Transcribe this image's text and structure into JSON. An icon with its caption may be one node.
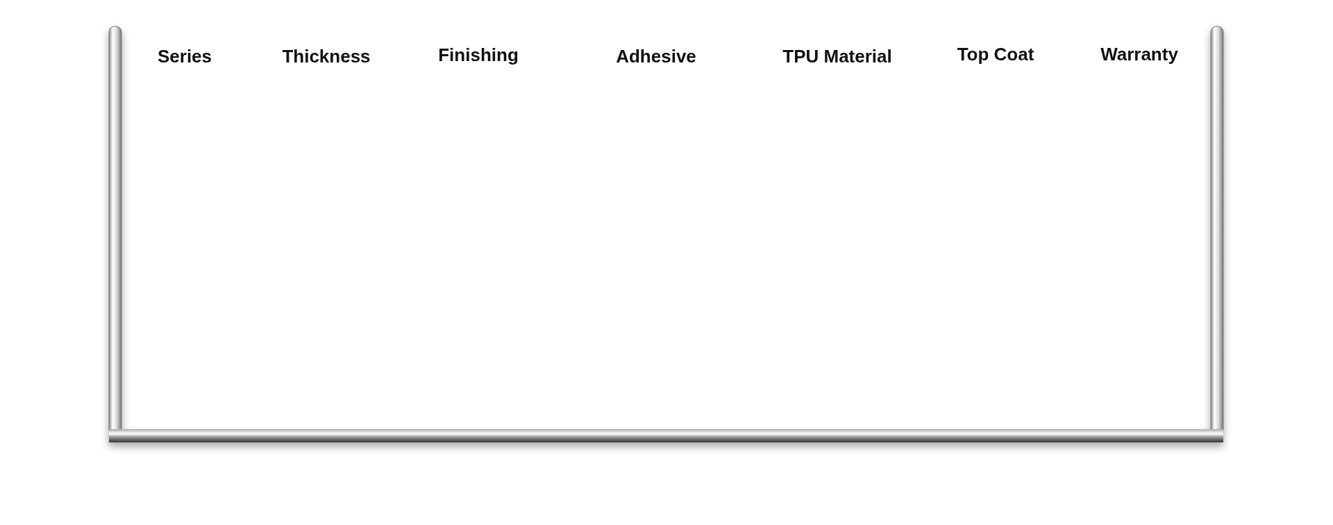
{
  "diagram": {
    "labels": [
      "Series",
      "Thickness",
      "Finishing",
      "Adhesive",
      "TPU Material",
      "Top Coat",
      "Warranty"
    ]
  }
}
